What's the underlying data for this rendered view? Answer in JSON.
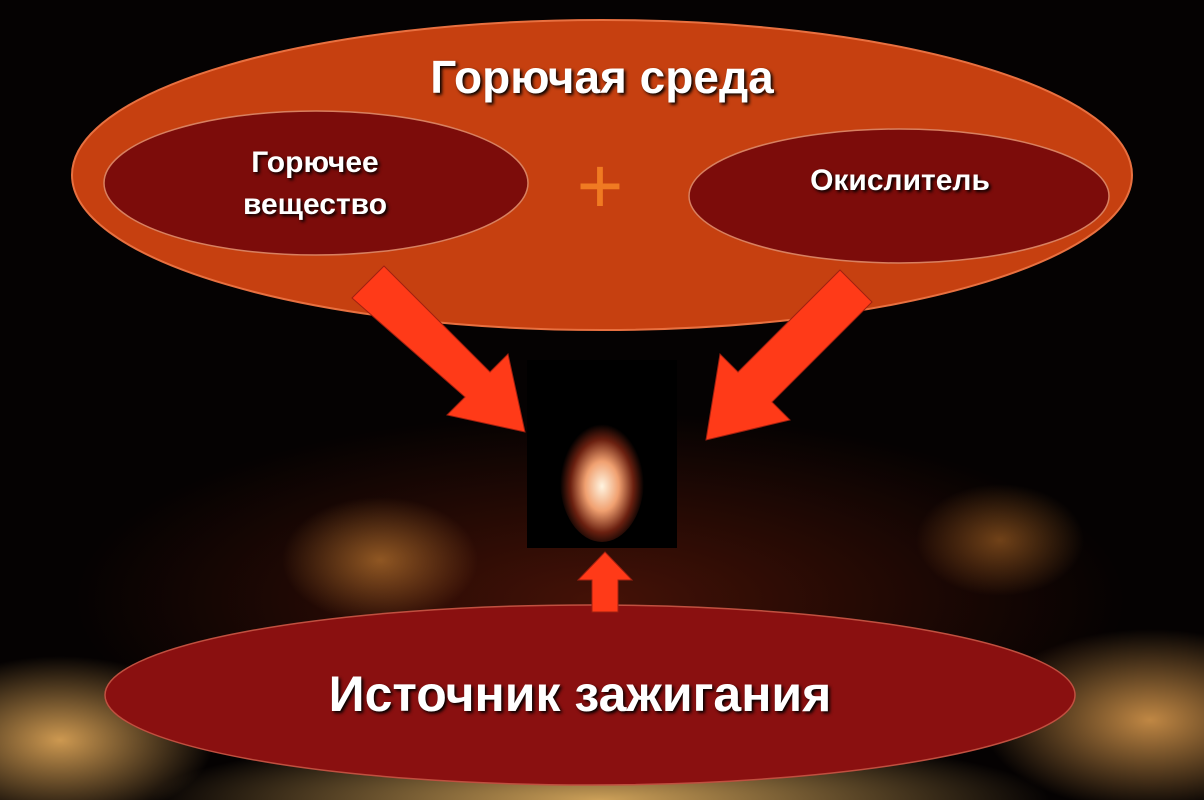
{
  "title": "Горючая среда",
  "fuel": "Горючее вещество",
  "plus": "+",
  "oxidizer": "Окислитель",
  "ignition": "Источник зажигания",
  "colors": {
    "outer": "#c64010",
    "inner": "#7c0c0a",
    "arrow": "#ff3a18",
    "plus": "#f07a22"
  }
}
